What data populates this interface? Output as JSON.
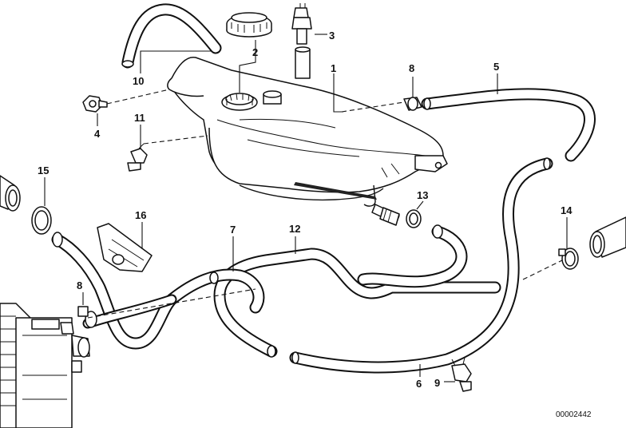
{
  "callouts": {
    "c1": "1",
    "c2": "2",
    "c3": "3",
    "c4": "4",
    "c5": "5",
    "c6": "6",
    "c7": "7",
    "c8a": "8",
    "c8b": "8",
    "c9": "9",
    "c10": "10",
    "c11": "11",
    "c12": "12",
    "c13": "13",
    "c14": "14",
    "c15": "15",
    "c16": "16"
  },
  "document_id": "00002442"
}
